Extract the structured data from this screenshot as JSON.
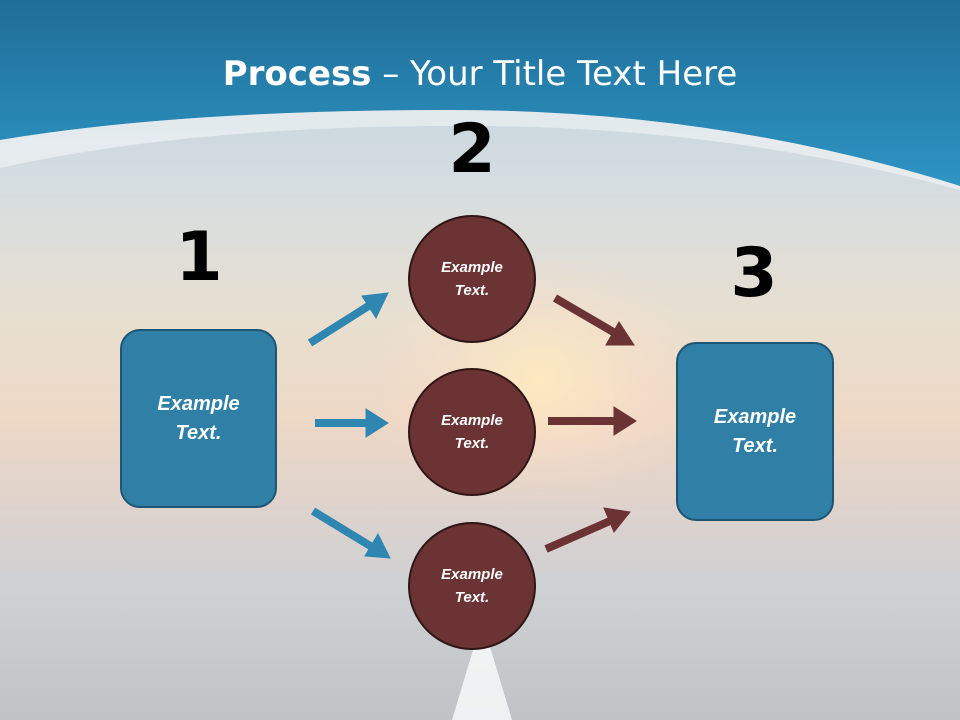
{
  "slide": {
    "title_bold": "Process",
    "title_rest": " – Your Title Text Here"
  },
  "steps": [
    {
      "number": "1",
      "text": "Example\nText."
    },
    {
      "number": "2",
      "circles": [
        "Example\nText.",
        "Example\nText.",
        "Example\nText."
      ]
    },
    {
      "number": "3",
      "text": "Example\nText."
    }
  ],
  "colors": {
    "header_blue": "#2a86b4",
    "box_fill": "#2f7fa6",
    "circle_fill": "#6b3334",
    "arrow_blue": "#2f86b0",
    "arrow_brown": "#6b3334"
  }
}
